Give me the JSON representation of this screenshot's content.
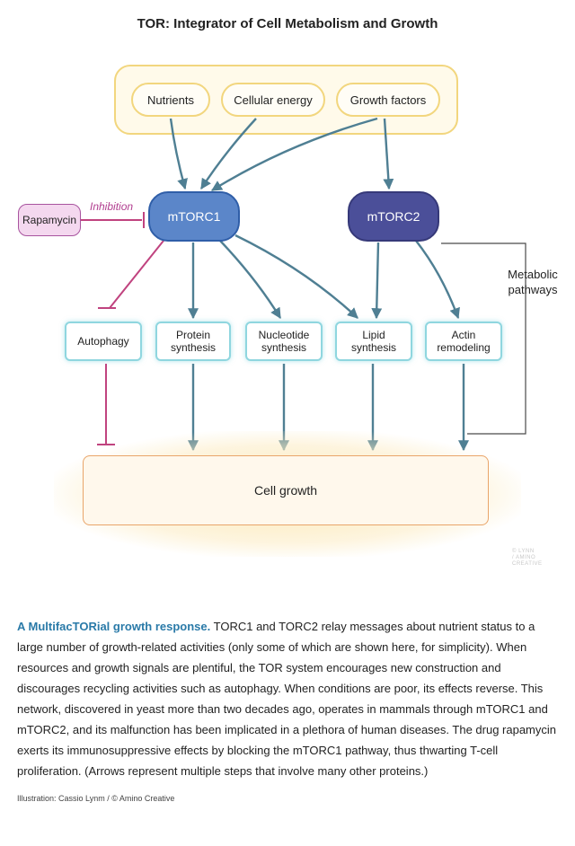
{
  "title": "TOR: Integrator of Cell Metabolism and Growth",
  "inputs": {
    "nutrients": "Nutrients",
    "cellular_energy": "Cellular energy",
    "growth_factors": "Growth factors"
  },
  "complexes": {
    "mtorc1": "mTORC1",
    "mtorc2": "mTORC2"
  },
  "rapamycin": "Rapamycin",
  "inhibition_label": "Inhibition",
  "processes": {
    "autophagy": "Autophagy",
    "protein": "Protein\nsynthesis",
    "nucleotide": "Nucleotide\nsynthesis",
    "lipid": "Lipid\nsynthesis",
    "actin": "Actin\nremodeling"
  },
  "metabolic_pathways": "Metabolic\npathways",
  "cell_growth": "Cell growth",
  "artist_mark": "© LYNN\n/ AMINO\nCREATIVE",
  "caption": {
    "lead": "A MultifacTORial growth response.",
    "body": " TORC1 and TORC2 relay messages about nutrient status to a large number of growth-related activities (only some of which are shown here, for simplicity). When resources and growth signals are plentiful, the TOR system encourages new construction and discourages recycling activities such as autophagy. When conditions are poor, its effects reverse. This network, discovered in yeast more than two decades ago, operates in mammals through mTORC1 and mTORC2, and its malfunction has been implicated in a plethora of human diseases. The drug rapamycin exerts its immunosuppressive effects by blocking the mTORC1 pathway, thus thwarting T-cell proliferation. (Arrows represent multiple steps that involve many other proteins.)"
  },
  "credit": "Illustration: Cassio Lynm / © Amino Creative",
  "colors": {
    "activation_arrow": "#4f7f93",
    "inhibition_arrow": "#c0437f",
    "mtorc1": "#5b86c9",
    "mtorc2": "#4b4f99",
    "caption_lead": "#2a7aa8"
  }
}
